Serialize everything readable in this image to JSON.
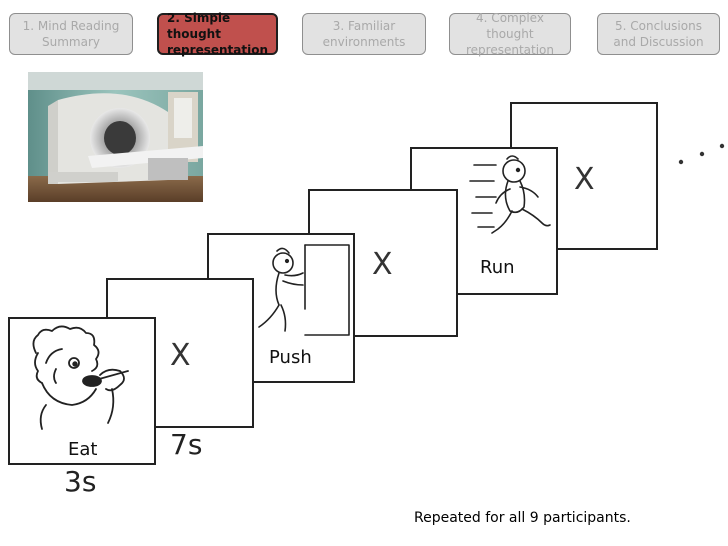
{
  "nav": {
    "tabs": [
      {
        "label": "1. Mind Reading Summary",
        "active": false
      },
      {
        "label": "2. Simple thought representation",
        "active": true
      },
      {
        "label": "3. Familiar environments",
        "active": false
      },
      {
        "label": "4. Complex thought representation",
        "active": false
      },
      {
        "label": "5. Conclusions and Discussion",
        "active": false
      }
    ]
  },
  "photo": {
    "subject": "mri-scanner"
  },
  "trial_sequence": {
    "frames": [
      {
        "kind": "picture",
        "label": "Eat",
        "icon": "boy-eating-icon"
      },
      {
        "kind": "blank",
        "label": "X"
      },
      {
        "kind": "picture",
        "label": "Push",
        "icon": "boy-pushing-icon"
      },
      {
        "kind": "blank",
        "label": "X"
      },
      {
        "kind": "picture",
        "label": "Run",
        "icon": "boy-running-icon"
      },
      {
        "kind": "blank",
        "label": "X"
      }
    ],
    "durations": {
      "picture": "3s",
      "blank": "7s"
    }
  },
  "footer_note": "Repeated for all 9 participants.",
  "colors": {
    "active_tab": "#c0504d",
    "inactive_tab": "#e2e2e2",
    "inactive_text": "#a9a9a9"
  }
}
